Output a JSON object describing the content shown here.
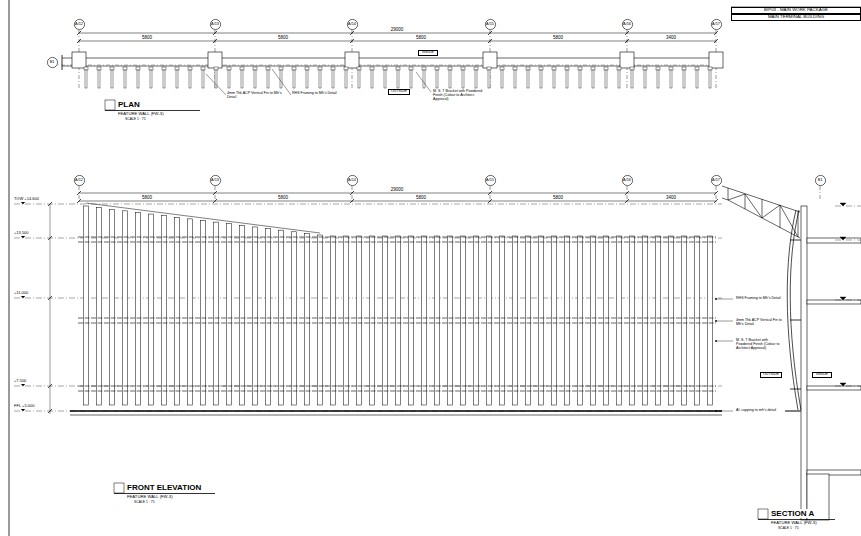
{
  "diagram": {
    "nodes": [
      {
        "text": [
          "BIP03 - MAIN WORK PACKAGE"
        ]
      },
      {
        "text": [
          "MAIN TERMINAL BUILDING"
        ]
      },
      {
        "text": [
          "A/12"
        ]
      },
      {
        "text": [
          "A/13"
        ]
      },
      {
        "text": [
          "A/14"
        ]
      },
      {
        "text": [
          "A/15"
        ]
      },
      {
        "text": [
          "A/16"
        ]
      },
      {
        "text": [
          "A/17"
        ]
      },
      {
        "text": [
          "B1"
        ]
      },
      {
        "text": [
          "INSIDE"
        ]
      },
      {
        "text": [
          "OUTSIDE"
        ]
      },
      {
        "text": [
          "A/12"
        ]
      },
      {
        "text": [
          "A/13"
        ]
      },
      {
        "text": [
          "A/14"
        ]
      },
      {
        "text": [
          "A/15"
        ]
      },
      {
        "text": [
          "A/16"
        ]
      },
      {
        "text": [
          "A/17"
        ]
      },
      {
        "text": [
          "B1"
        ]
      },
      {
        "text": [
          "OUTSIDE"
        ]
      },
      {
        "text": [
          "INSIDE"
        ]
      }
    ],
    "labels": [
      "29000",
      "5800",
      "5800",
      "5800",
      "5800",
      "3400",
      "4mm Thk ACP Vertical Fin to Mfr's Detail",
      "RHS Framing to Mfr's Detail",
      "M. S. T Bracket with Powdered Finish (Colour to Architect Approval)",
      "PLAN",
      "FEATURE WALL (FW-3)",
      "SCALE 1 : 75",
      "29000",
      "5800",
      "5800",
      "5800",
      "5800",
      "3400",
      "TOW +14.600",
      "+13.500",
      "+11.000",
      "+7.500",
      "FFL +5.000",
      "RHS Framing to Mfr's Detail",
      "4mm Thk ACP Vertical Fin to Mfr's Detail",
      "M. S. T Bracket with Powdered Finish (Colour to Architect Approval)",
      "Al. capping to mfr's detail",
      "FRONT ELEVATION",
      "FEATURE WALL (FW-3)",
      "SCALE 1 : 75",
      "SECTION A",
      "FEATURE WALL (FW-3)",
      "SCALE 1 : 75"
    ]
  }
}
